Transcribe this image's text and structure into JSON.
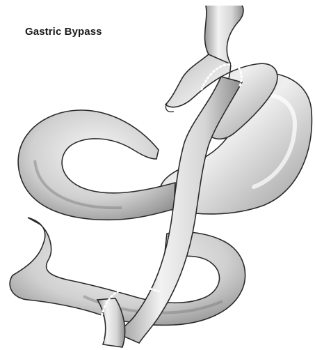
{
  "figure": {
    "title": "Gastric Bypass"
  },
  "illustration": {
    "structures": [
      "esophagus",
      "gastric-pouch",
      "bypassed-stomach",
      "roux-limb",
      "jejunum",
      "anastomosis-sutures"
    ],
    "colors": {
      "line": "#2a2a2a",
      "fill_light": "#f4f4f4",
      "fill_mid": "#c8c8c8",
      "fill_dark": "#8a8a8a",
      "suture": "#ffffff"
    }
  }
}
